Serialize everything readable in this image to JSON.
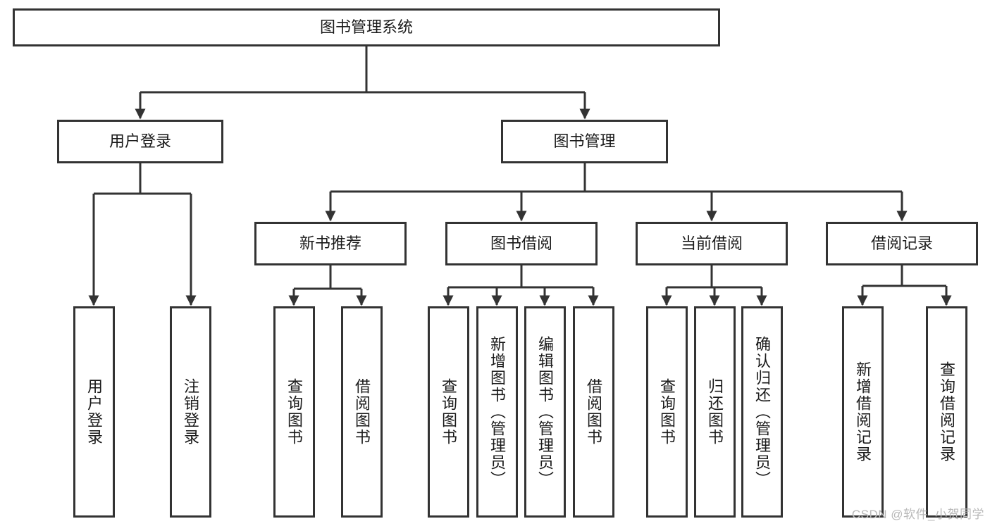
{
  "diagram": {
    "type": "tree",
    "title": "图书管理系统",
    "orientation": "top-down",
    "levels": 4,
    "root": {
      "label": "图书管理系统",
      "children": [
        {
          "label": "用户登录",
          "children": [
            {
              "label": "用户登录"
            },
            {
              "label": "注销登录"
            }
          ]
        },
        {
          "label": "图书管理",
          "children": [
            {
              "label": "新书推荐",
              "children": [
                {
                  "label": "查询图书"
                },
                {
                  "label": "借阅图书"
                }
              ]
            },
            {
              "label": "图书借阅",
              "children": [
                {
                  "label": "查询图书"
                },
                {
                  "label": "新增图书（管理员）"
                },
                {
                  "label": "编辑图书（管理员）"
                },
                {
                  "label": "借阅图书"
                }
              ]
            },
            {
              "label": "当前借阅",
              "children": [
                {
                  "label": "查询图书"
                },
                {
                  "label": "归还图书"
                },
                {
                  "label": "确认归还（管理员）"
                }
              ]
            },
            {
              "label": "借阅记录",
              "children": [
                {
                  "label": "新增借阅记录"
                },
                {
                  "label": "查询借阅记录"
                }
              ]
            }
          ]
        }
      ]
    }
  },
  "nodes": {
    "root": "图书管理系统",
    "l2": [
      "用户登录",
      "图书管理"
    ],
    "l3": [
      "新书推荐",
      "图书借阅",
      "当前借阅",
      "借阅记录"
    ],
    "leaf_user": [
      "用户登录",
      "注销登录"
    ],
    "leaf_new": [
      "查询图书",
      "借阅图书"
    ],
    "leaf_borrow": [
      "查询图书",
      "新增图书（管理员）",
      "编辑图书（管理员）",
      "借阅图书"
    ],
    "leaf_current": [
      "查询图书",
      "归还图书",
      "确认归还（管理员）"
    ],
    "leaf_record": [
      "新增借阅记录",
      "查询借阅记录"
    ]
  },
  "style": {
    "border_color": "#333333",
    "fill_color": "#ffffff",
    "text_color": "#1a1a1a",
    "line_color": "#333333",
    "watermark_color": "#b8b8b8"
  },
  "watermark": "CSDN @软件_小贺同学"
}
